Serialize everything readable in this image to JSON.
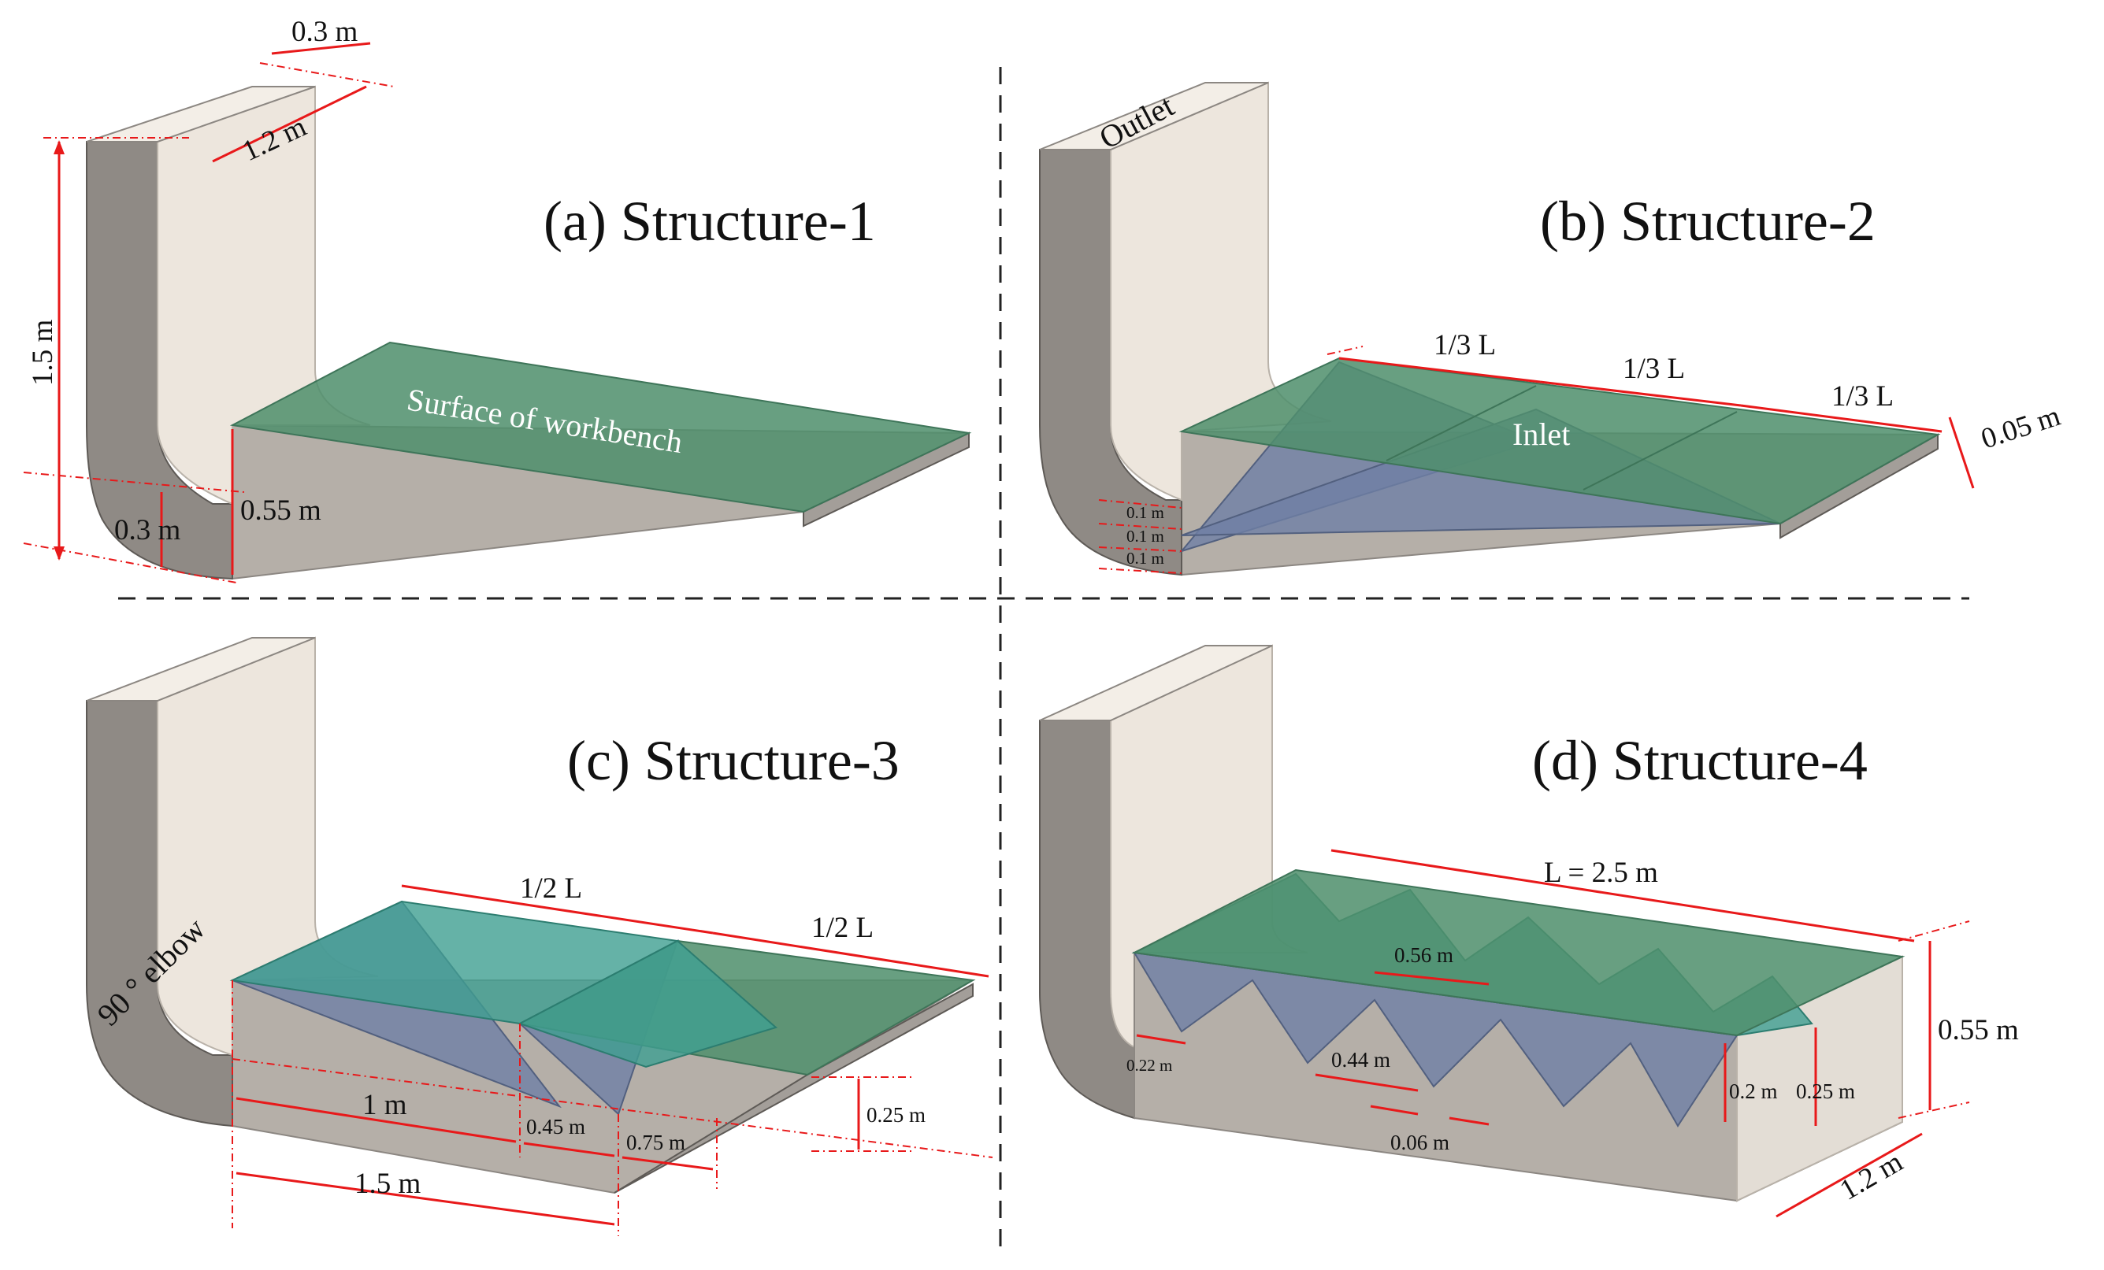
{
  "panels": {
    "a": {
      "title": "(a) Structure-1",
      "surface_label": "Surface of workbench",
      "dims": {
        "width": "0.3 m",
        "depth": "1.2 m",
        "height": "1.5 m",
        "low": "0.3 m",
        "bench": "0.55 m"
      }
    },
    "b": {
      "title": "(b) Structure-2",
      "outlet": "Outlet",
      "inlet": "Inlet",
      "dims": {
        "third1": "1/3 L",
        "third2": "1/3 L",
        "third3": "1/3 L",
        "gap": "0.05 m",
        "s1": "0.1 m",
        "s2": "0.1 m",
        "s3": "0.1 m"
      }
    },
    "c": {
      "title": "(c) Structure-3",
      "elbow": "90 ° elbow",
      "dims": {
        "half1": "1/2 L",
        "half2": "1/2 L",
        "d1": "1 m",
        "d2": "0.45 m",
        "d3": "0.75 m",
        "total": "1.5 m",
        "h": "0.25 m"
      }
    },
    "d": {
      "title": "(d) Structure-4",
      "dims": {
        "length": "L = 2.5 m",
        "pitch": "0.56 m",
        "base": "0.44 m",
        "gap": "0.06 m",
        "edge": "0.22 m",
        "tooth": "0.2 m",
        "depth": "0.25 m",
        "height": "0.55 m",
        "width": "1.2 m"
      }
    }
  },
  "colors": {
    "dimension": "#e8191a",
    "workbench": "#4f8f6c",
    "slot": "#6f7fa5",
    "wall": "#8f8a85"
  }
}
